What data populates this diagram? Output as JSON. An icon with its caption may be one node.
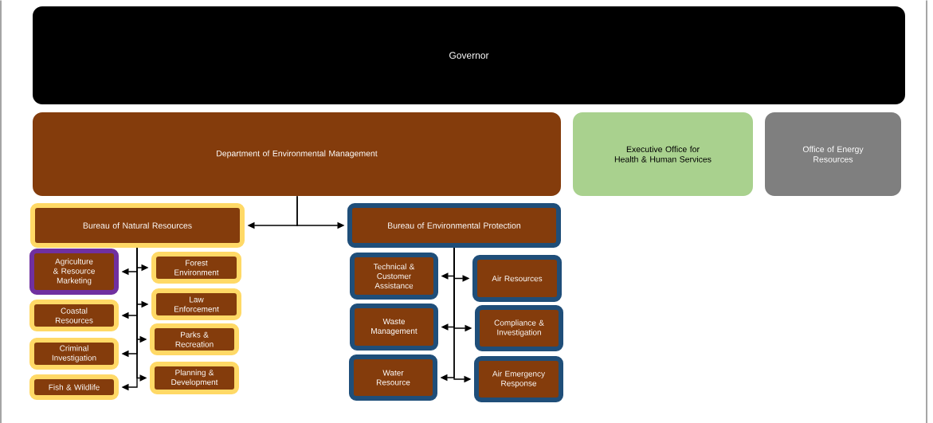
{
  "diagram": {
    "nodes": [
      {
        "text": [
          "Governor"
        ]
      },
      {
        "text": [
          "Department of Environmental Management"
        ]
      },
      {
        "text": [
          "Executive Office for Health & Human Services"
        ]
      },
      {
        "text": [
          "Office of Energy Resources"
        ]
      },
      {
        "text": [
          "Bureau of Natural Resources"
        ]
      },
      {
        "text": [
          "Bureau of Environmental Protection"
        ]
      },
      {
        "text": [
          "Agriculture & Resource Marketing"
        ]
      },
      {
        "text": [
          "Forest Environment"
        ]
      },
      {
        "text": [
          "Coastal Resources"
        ]
      },
      {
        "text": [
          "Law Enforcement"
        ]
      },
      {
        "text": [
          "Criminal Investigation"
        ]
      },
      {
        "text": [
          "Parks & Recreation"
        ]
      },
      {
        "text": [
          "Fish & Wildlife"
        ]
      },
      {
        "text": [
          "Planning & Development"
        ]
      },
      {
        "text": [
          "Technical & Customer Assistance"
        ]
      },
      {
        "text": [
          "Air Resources"
        ]
      },
      {
        "text": [
          "Waste Management"
        ]
      },
      {
        "text": [
          "Compliance & Investigation"
        ]
      },
      {
        "text": [
          "Water Resource"
        ]
      },
      {
        "text": [
          "Air Emergency Response"
        ]
      }
    ],
    "edges": [
      {
        "from": 1,
        "to": 4,
        "arrow": "to"
      },
      {
        "from": 1,
        "to": 5,
        "arrow": "to"
      },
      {
        "from": 4,
        "to": 6,
        "arrow": "to"
      },
      {
        "from": 4,
        "to": 7,
        "arrow": "to"
      },
      {
        "from": 4,
        "to": 8,
        "arrow": "to"
      },
      {
        "from": 4,
        "to": 9,
        "arrow": "to"
      },
      {
        "from": 4,
        "to": 10,
        "arrow": "to"
      },
      {
        "from": 4,
        "to": 11,
        "arrow": "to"
      },
      {
        "from": 4,
        "to": 12,
        "arrow": "to"
      },
      {
        "from": 4,
        "to": 13,
        "arrow": "to"
      },
      {
        "from": 5,
        "to": 14,
        "arrow": "to"
      },
      {
        "from": 5,
        "to": 15,
        "arrow": "to"
      },
      {
        "from": 5,
        "to": 16,
        "arrow": "to"
      },
      {
        "from": 5,
        "to": 17,
        "arrow": "to"
      },
      {
        "from": 5,
        "to": 18,
        "arrow": "to"
      },
      {
        "from": 5,
        "to": 19,
        "arrow": "to"
      }
    ]
  }
}
